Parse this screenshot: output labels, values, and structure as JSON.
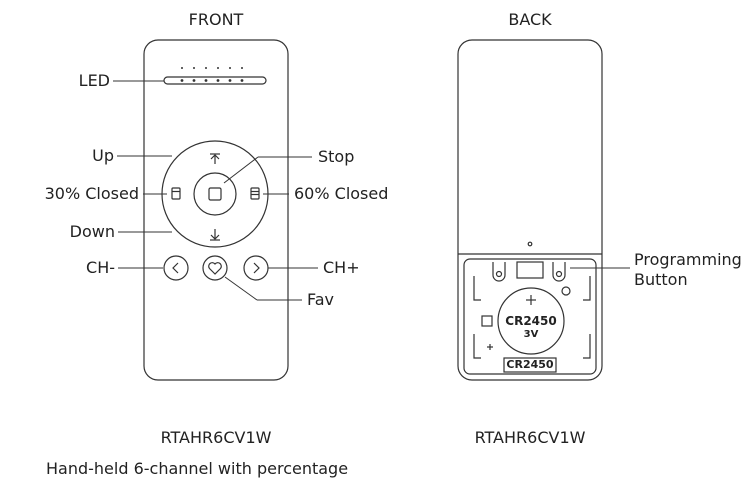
{
  "front": {
    "title": "FRONT",
    "labels": {
      "led": "LED",
      "up": "Up",
      "stop": "Stop",
      "closed30": "30% Closed",
      "closed60": "60% Closed",
      "down": "Down",
      "ch_minus": "CH-",
      "ch_plus": "CH+",
      "fav": "Fav"
    },
    "model": "RTAHR6CV1W"
  },
  "back": {
    "title": "BACK",
    "labels": {
      "programming_line1": "Programming",
      "programming_line2": "Button"
    },
    "battery_label": "CR2450",
    "battery_voltage": "3V",
    "battery_slot_label": "CR2450",
    "model": "RTAHR6CV1W"
  },
  "caption": "Hand-held 6-channel with percentage"
}
